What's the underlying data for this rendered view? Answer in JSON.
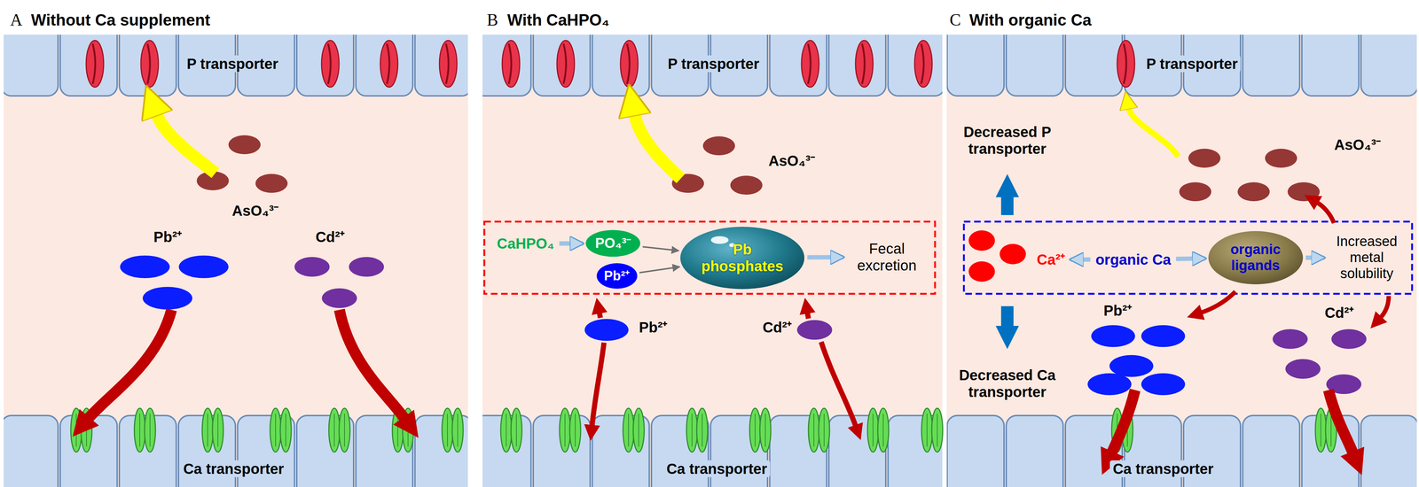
{
  "diagram": {
    "nodes": [
      {
        "text": [
          "CaHPO₄"
        ]
      },
      {
        "text": [
          "PO₄³⁻"
        ]
      },
      {
        "text": [
          "Pb²⁺"
        ]
      },
      {
        "text": [
          "Pb phosphates"
        ]
      },
      {
        "text": [
          "Fecal excretion"
        ]
      },
      {
        "text": [
          "Ca²⁺"
        ]
      },
      {
        "text": [
          "organic Ca"
        ]
      },
      {
        "text": [
          "organic ligands"
        ]
      },
      {
        "text": [
          "Increased metal solubility"
        ]
      }
    ],
    "edges": [
      {
        "from": 0,
        "to": 1,
        "arrow": "to"
      },
      {
        "from": 1,
        "to": 3,
        "arrow": "to"
      },
      {
        "from": 2,
        "to": 3,
        "arrow": "to"
      },
      {
        "from": 3,
        "to": 4,
        "arrow": "to"
      },
      {
        "from": 6,
        "to": 5,
        "arrow": "to"
      },
      {
        "from": 6,
        "to": 7,
        "arrow": "to"
      },
      {
        "from": 7,
        "to": 8,
        "arrow": "to"
      }
    ],
    "labels": [
      "A",
      "Without Ca supplement",
      "P transporter",
      "AsO₄³⁻",
      "Pb²⁺",
      "Cd²⁺",
      "Ca transporter",
      "B",
      "With CaHPO₄",
      "P transporter",
      "AsO₄³⁻",
      "Pb²⁺",
      "Cd²⁺",
      "Ca transporter",
      "C",
      "With organic Ca",
      "P transporter",
      "Decreased P transporter",
      "AsO₄³⁻",
      "Decreased Ca transporter",
      "Pb²⁺",
      "Cd²⁺",
      "Ca transporter"
    ]
  }
}
